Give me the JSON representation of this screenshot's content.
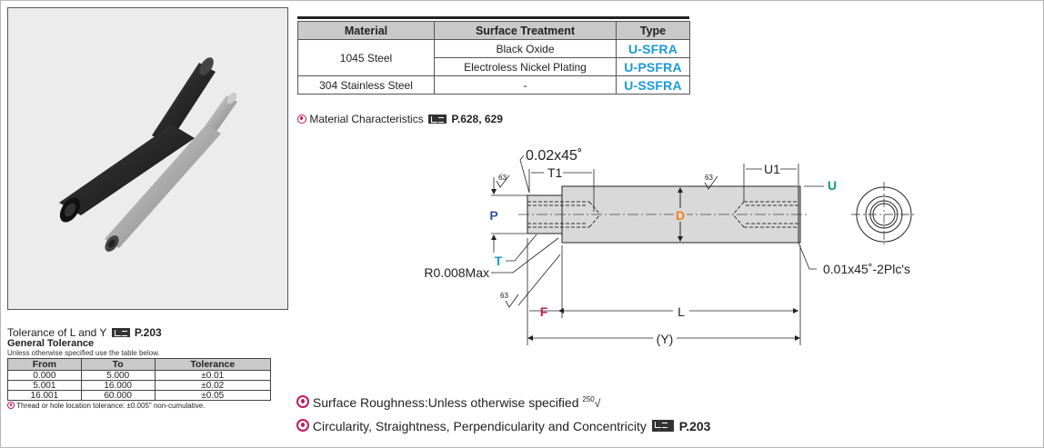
{
  "material_table": {
    "headers": [
      "Material",
      "Surface Treatment",
      "Type"
    ],
    "rows": [
      {
        "material": "1045 Steel",
        "treatment": "Black Oxide",
        "type": "U-SFRA"
      },
      {
        "material": "1045 Steel",
        "treatment": "Electroless Nickel Plating",
        "type": "U-PSFRA"
      },
      {
        "material": "304 Stainless Steel",
        "treatment": "-",
        "type": "U-SSFRA"
      }
    ]
  },
  "material_characteristics": {
    "label": "Material Characteristics",
    "ref": "P.628, 629"
  },
  "drawing": {
    "chamfer_top": "0.02x45˚",
    "chamfer_right": "0.01x45˚-2Plc's",
    "radius": "R0.008Max",
    "dim_T1": "T1",
    "dim_U1": "U1",
    "dim_L": "L",
    "dim_Y": "(Y)",
    "label_P": "P",
    "label_T": "T",
    "label_D": "D",
    "label_U": "U",
    "label_F": "F",
    "roughness_63": "63",
    "colors": {
      "P": "#3a4fa3",
      "T": "#1a9ad6",
      "D": "#f08020",
      "U": "#159a6a",
      "F": "#c2185b"
    }
  },
  "tolerance": {
    "title": "Tolerance of L and Y",
    "ref": "P.203",
    "subtitle": "General Tolerance",
    "note": "Unless otherwise specified use the table below.",
    "headers": [
      "From",
      "To",
      "Tolerance"
    ],
    "rows": [
      [
        "0.000",
        "5.000",
        "±0.01"
      ],
      [
        "5.001",
        "16.000",
        "±0.02"
      ],
      [
        "16.001",
        "60.000",
        "±0.05"
      ]
    ],
    "footnote": "Thread or hole location tolerance: ±0.005\" non-cumulative."
  },
  "notes": {
    "roughness": "Surface Roughness:Unless otherwise specified",
    "roughness_value": "250",
    "circularity": "Circularity, Straightness, Perpendicularity and Concentricity",
    "circularity_ref": "P.203"
  },
  "icons": [
    "info-circle-icon",
    "book-reference-icon",
    "roughness-symbol-icon"
  ]
}
